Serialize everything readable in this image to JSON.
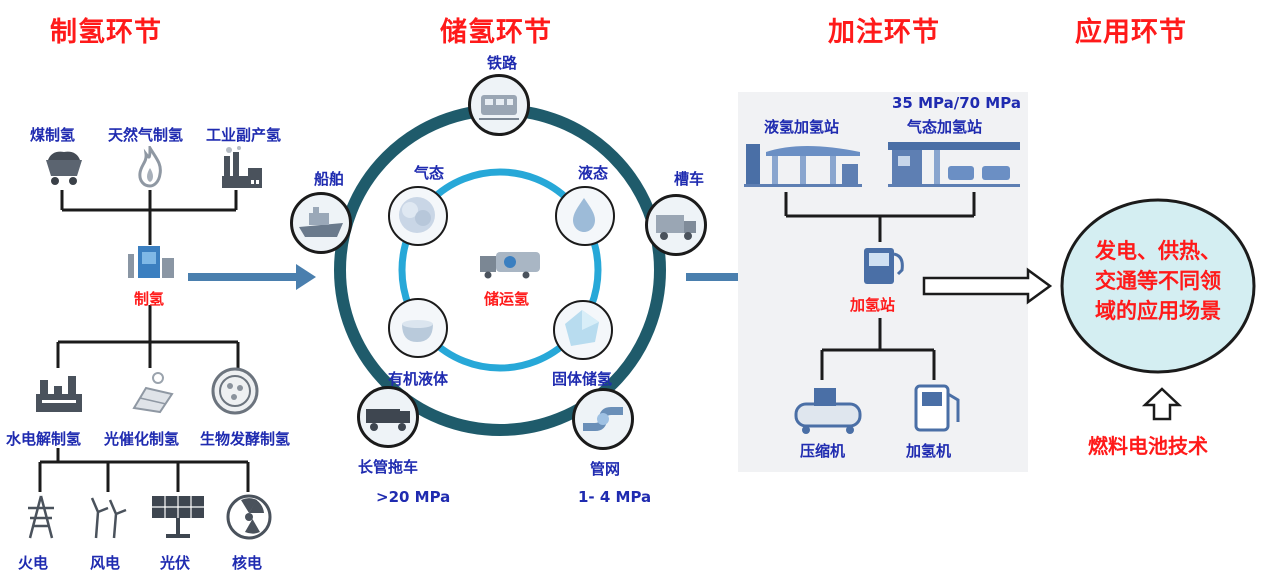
{
  "sections": {
    "production": "制氢环节",
    "storage": "储氢环节",
    "filling": "加注环节",
    "application": "应用环节"
  },
  "production": {
    "sources_top": [
      "煤制氢",
      "天然气制氢",
      "工业副产氢"
    ],
    "center": "制氢",
    "sources_mid": [
      "水电解制氢",
      "光催化制氢",
      "生物发酵制氢"
    ],
    "power": [
      "火电",
      "风电",
      "光伏",
      "核电"
    ]
  },
  "storage": {
    "center": "储运氢",
    "outer_nodes": {
      "rail": "铁路",
      "ship": "船舶",
      "tanker": "槽车",
      "tube_trailer": "长管拖车",
      "pipeline": "管网"
    },
    "inner_nodes": {
      "gas": "气态",
      "liquid": "液态",
      "organic": "有机液体",
      "solid": "固体储氢"
    },
    "pressures": {
      "tube_trailer": ">20 MPa",
      "pipeline": "1- 4 MPa"
    }
  },
  "filling": {
    "liquid_station": "液氢加氢站",
    "gas_station_pressure": "35 MPa/70 MPa",
    "gas_station": "气态加氢站",
    "center": "加氢站",
    "compressor": "压缩机",
    "dispenser": "加氢机"
  },
  "application": {
    "text": [
      "发电、供热、",
      "交通等不同领",
      "域的应用场景"
    ],
    "technology": "燃料电池技术"
  },
  "colors": {
    "title_red": "#ff1a1a",
    "label_blue": "#1f2bb0",
    "ring_dark": "#1f5b6b",
    "ring_light": "#27a8d8",
    "arrow_blue": "#4a7fae",
    "app_ellipse": "#d4eef2"
  }
}
